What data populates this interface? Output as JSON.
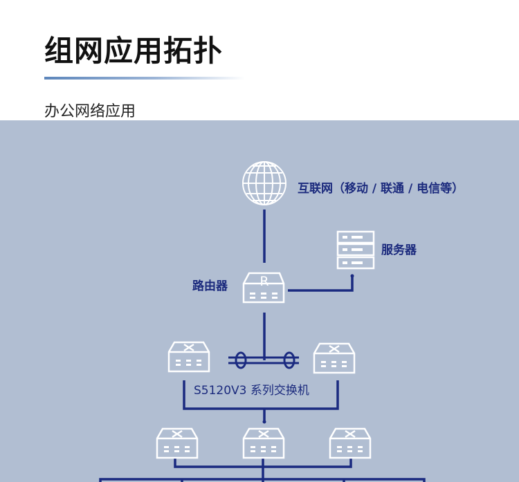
{
  "header": {
    "title": "组网应用拓扑",
    "subtitle": "办公网络应用"
  },
  "diagram": {
    "internet_label": "互联网（移动 / 联通 / 电信等）",
    "server_label": "服务器",
    "router_label": "路由器",
    "router_letter": "R",
    "core_switch_label": "S5120V3 系列交换机",
    "colors": {
      "background": "#b1bed2",
      "line": "#1a2a80",
      "icon": "#ffffff"
    }
  }
}
